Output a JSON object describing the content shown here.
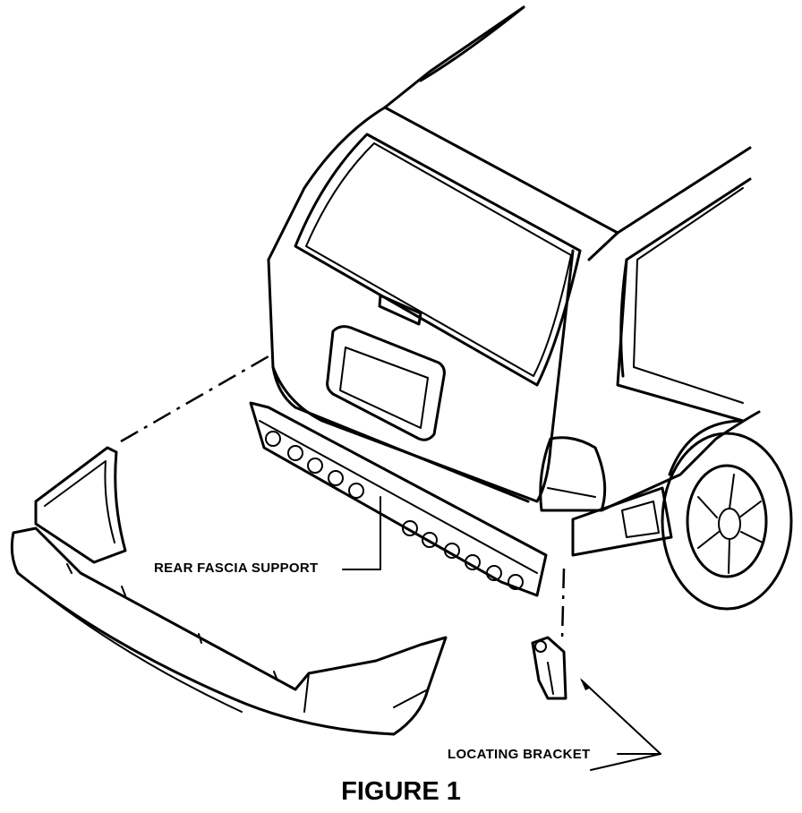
{
  "labels": {
    "rear_fascia_support": "REAR FASCIA SUPPORT",
    "locating_bracket": "LOCATING BRACKET"
  },
  "caption": "FIGURE 1"
}
